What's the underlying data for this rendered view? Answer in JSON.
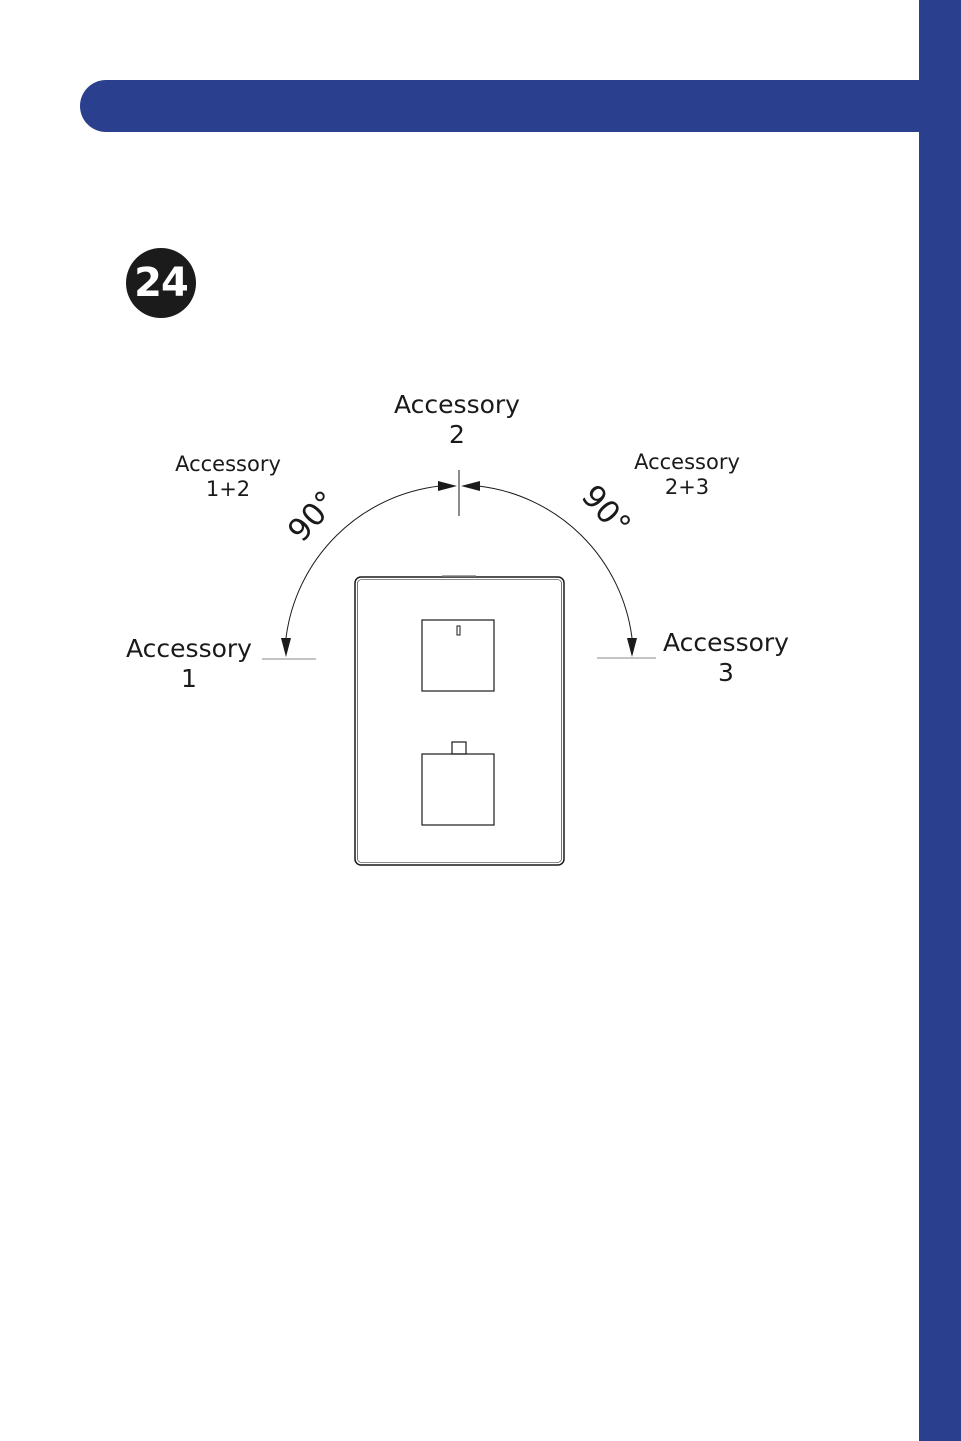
{
  "colors": {
    "brand": "#2b3f8f",
    "badge": "#1b1b1b",
    "line": "#1a1a1a"
  },
  "step": {
    "number": "24"
  },
  "positions": {
    "acc1": {
      "line1": "Accessory",
      "line2": "1"
    },
    "acc12": {
      "line1": "Accessory",
      "line2": "1+2"
    },
    "acc2": {
      "line1": "Accessory",
      "line2": "2"
    },
    "acc23": {
      "line1": "Accessory",
      "line2": "2+3"
    },
    "acc3": {
      "line1": "Accessory",
      "line2": "3"
    }
  },
  "angles": {
    "left": "90°",
    "right": "90°"
  }
}
